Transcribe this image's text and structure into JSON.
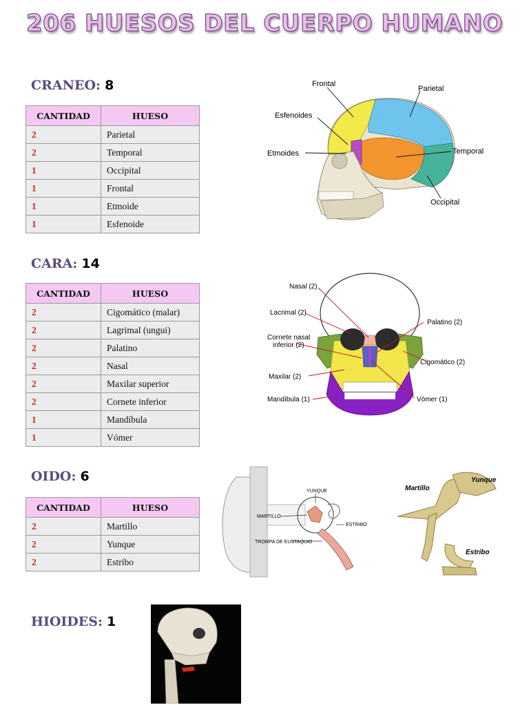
{
  "title": "206 HUESOS DEL CUERPO HUMANO",
  "table_headers": {
    "qty": "CANTIDAD",
    "bone": "HUESO"
  },
  "sections": {
    "craneo": {
      "label": "CRANEO:",
      "count": "8",
      "rows": [
        {
          "qty": "2",
          "bone": "Parietal"
        },
        {
          "qty": "2",
          "bone": "Temporal"
        },
        {
          "qty": "1",
          "bone": "Occipital"
        },
        {
          "qty": "1",
          "bone": "Frontal"
        },
        {
          "qty": "1",
          "bone": "Etmoide"
        },
        {
          "qty": "1",
          "bone": "Esfenoide"
        }
      ],
      "figure_labels": {
        "frontal": "Frontal",
        "parietal": "Parietal",
        "esfenoides": "Esfenoides",
        "etmoides": "Etmoides",
        "temporal": "Temporal",
        "occipital": "Occipital"
      }
    },
    "cara": {
      "label": "CARA:",
      "count": "14",
      "rows": [
        {
          "qty": "2",
          "bone": "Cigomático (malar)"
        },
        {
          "qty": "2",
          "bone": "Lagrimal (ungui)"
        },
        {
          "qty": "2",
          "bone": "Palatino"
        },
        {
          "qty": "2",
          "bone": "Nasal"
        },
        {
          "qty": "2",
          "bone": "Maxilar superior"
        },
        {
          "qty": "2",
          "bone": "Cornete inferior"
        },
        {
          "qty": "1",
          "bone": "Mandíbula"
        },
        {
          "qty": "1",
          "bone": "Vómer"
        }
      ],
      "figure_labels": {
        "nasal": "Nasal (2)",
        "lacrimal": "Lacrimal (2)",
        "palatino": "Palatino (2)",
        "cornete_1": "Cornete nasal",
        "cornete_2": "inferior (2)",
        "cigomatico": "Cigomático (2)",
        "maxilar": "Maxilar (2)",
        "mandibula": "Mandíbula (1)",
        "vomer": "Vómer (1)"
      }
    },
    "oido": {
      "label": "OIDO:",
      "count": "6",
      "rows": [
        {
          "qty": "2",
          "bone": "Martillo"
        },
        {
          "qty": "2",
          "bone": "Yunque"
        },
        {
          "qty": "2",
          "bone": "Estribo"
        }
      ],
      "figure_labels": {
        "yunque_caps": "YUNQUE",
        "martillo_caps": "MARTILLO",
        "estribo_caps": "ESTRIBO",
        "trompa": "TROMPA DE EUSTAQUIO",
        "martillo": "Martillo",
        "yunque": "Yunque",
        "estribo": "Estribo"
      }
    },
    "hioides": {
      "label": "HIOIDES:",
      "count": "1"
    }
  },
  "colors": {
    "title_fill": "#e7bfe9",
    "title_outline": "#7a4f86",
    "section_head": "#5b4b7d",
    "table_header_bg": "#f4c8f3",
    "table_cell_bg": "#ececee",
    "qty_text": "#d02b1e"
  }
}
